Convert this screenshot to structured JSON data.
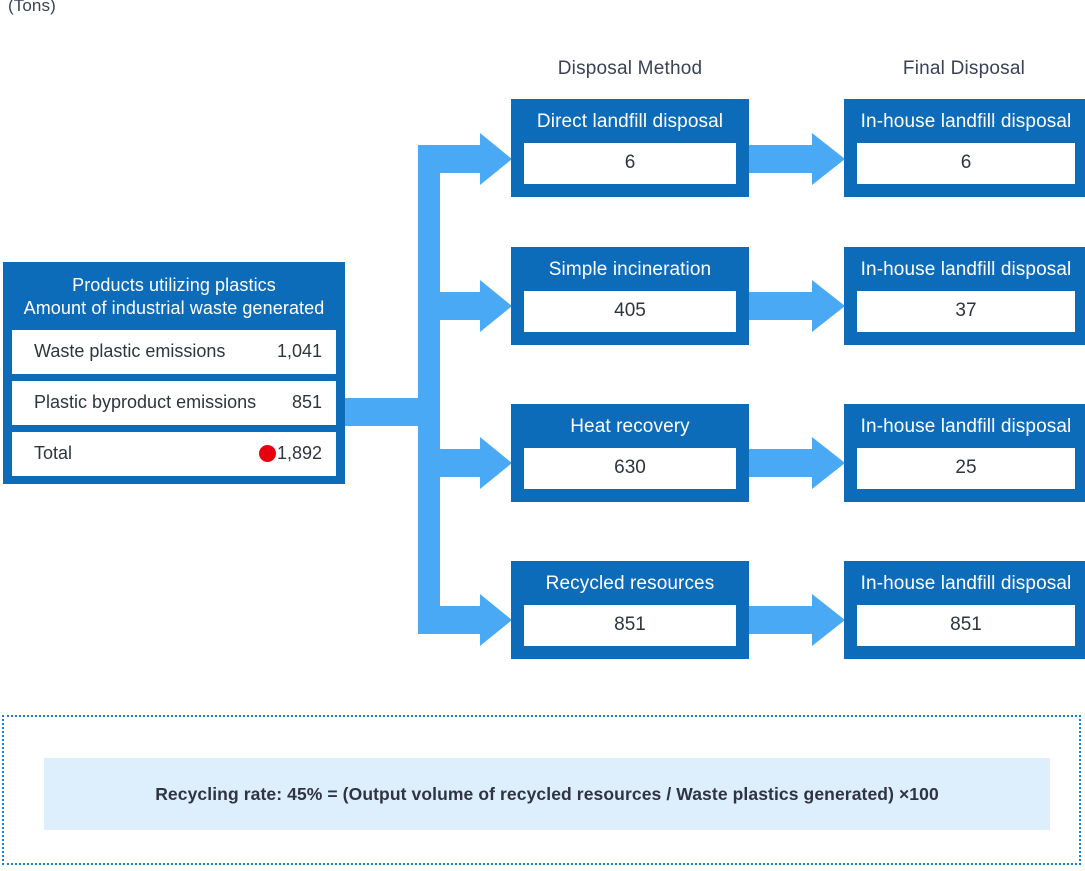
{
  "unit_label": "(Tons)",
  "columns": {
    "disposal_method_header": "Disposal Method",
    "final_disposal_header": "Final Disposal"
  },
  "source": {
    "title_line1": "Products utilizing plastics",
    "title_line2": "Amount of industrial waste generated",
    "rows": [
      {
        "label": "Waste plastic emissions",
        "value": "1,041",
        "marker": false
      },
      {
        "label": "Plastic byproduct emissions",
        "value": "851",
        "marker": false
      },
      {
        "label": "Total",
        "value": "1,892",
        "marker": true
      }
    ]
  },
  "disposal_methods": [
    {
      "label": "Direct landfill disposal",
      "value": "6"
    },
    {
      "label": "Simple incineration",
      "value": "405"
    },
    {
      "label": "Heat recovery",
      "value": "630"
    },
    {
      "label": "Recycled resources",
      "value": "851"
    }
  ],
  "final_disposal": [
    {
      "label": "In-house landfill disposal",
      "value": "6"
    },
    {
      "label": "In-house landfill disposal",
      "value": "37"
    },
    {
      "label": "In-house landfill disposal",
      "value": "25"
    },
    {
      "label": "In-house landfill disposal",
      "value": "851"
    }
  ],
  "note": {
    "text": "Recycling rate: 45% = (Output volume of recycled resources / Waste plastics generated) ×100"
  },
  "colors": {
    "node_blue": "#0c6cb9",
    "arrow_blue": "#4aa9f5",
    "marker_red": "#e8000f",
    "note_band": "#ddeefc",
    "note_border": "#1a7fd4",
    "text_dark": "#3a4256"
  },
  "chart_data": {
    "type": "diagram",
    "title": "Plastic waste material flow",
    "unit": "Tons",
    "input_total": 1892,
    "flows": [
      {
        "method": "Direct landfill disposal",
        "method_value": 6,
        "final": "In-house landfill disposal",
        "final_value": 6
      },
      {
        "method": "Simple incineration",
        "method_value": 405,
        "final": "In-house landfill disposal",
        "final_value": 37
      },
      {
        "method": "Heat recovery",
        "method_value": 630,
        "final": "In-house landfill disposal",
        "final_value": 25
      },
      {
        "method": "Recycled resources",
        "method_value": 851,
        "final": "In-house landfill disposal",
        "final_value": 851
      }
    ],
    "recycling_rate_percent": 45
  }
}
